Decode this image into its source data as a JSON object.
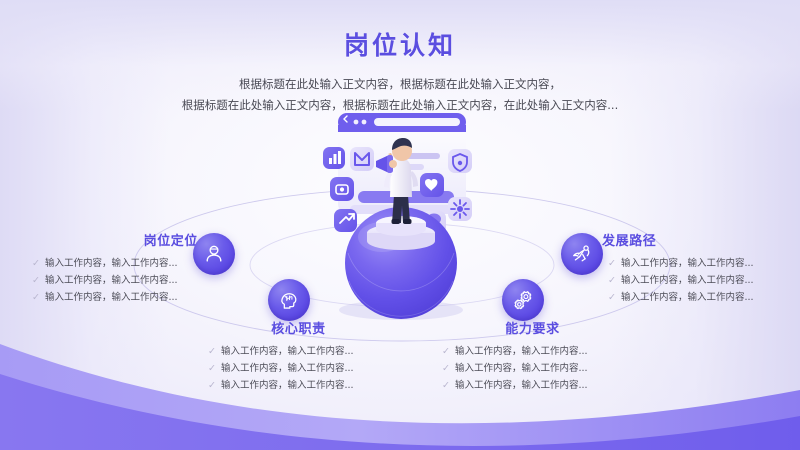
{
  "slide": {
    "title": "岗位认知",
    "subtitle_lines": [
      "根据标题在此处输入正文内容，根据标题在此处输入正文内容，",
      "根据标题在此处输入正文内容，根据标题在此处输入正文内容，在此处输入正文内容..."
    ],
    "accent_color": "#5b4ee0",
    "bubble_color": "#6a5bea",
    "background_color": "#f2f1fb",
    "wave_color": "#7b6cee"
  },
  "groups": [
    {
      "id": "left",
      "title": "岗位定位",
      "icon": "person-icon",
      "items": [
        "输入工作内容，输入工作内容...",
        "输入工作内容，输入工作内容...",
        "输入工作内容，输入工作内容..."
      ]
    },
    {
      "id": "bottom_left",
      "title": "核心职责",
      "icon": "brain-head-icon",
      "items": [
        "输入工作内容，输入工作内容...",
        "输入工作内容，输入工作内容...",
        "输入工作内容，输入工作内容..."
      ]
    },
    {
      "id": "bottom_right",
      "title": "能力要求",
      "icon": "gears-icon",
      "items": [
        "输入工作内容，输入工作内容...",
        "输入工作内容，输入工作内容...",
        "输入工作内容，输入工作内容..."
      ]
    },
    {
      "id": "right",
      "title": "发展路径",
      "icon": "superhero-rocket-icon",
      "items": [
        "输入工作内容，输入工作内容...",
        "输入工作内容，输入工作内容...",
        "输入工作内容，输入工作内容..."
      ]
    }
  ],
  "illustration": {
    "name": "3d-person-with-megaphone-on-sphere",
    "elements": [
      "browser-window",
      "megaphone-person",
      "purple-sphere",
      "podium",
      "chart-icon",
      "mail-icon",
      "camera-icon",
      "growth-arrow-icon",
      "shield-icon",
      "heart-icon",
      "sparkle-icon",
      "chat-icon"
    ]
  },
  "checkmark": "✓"
}
